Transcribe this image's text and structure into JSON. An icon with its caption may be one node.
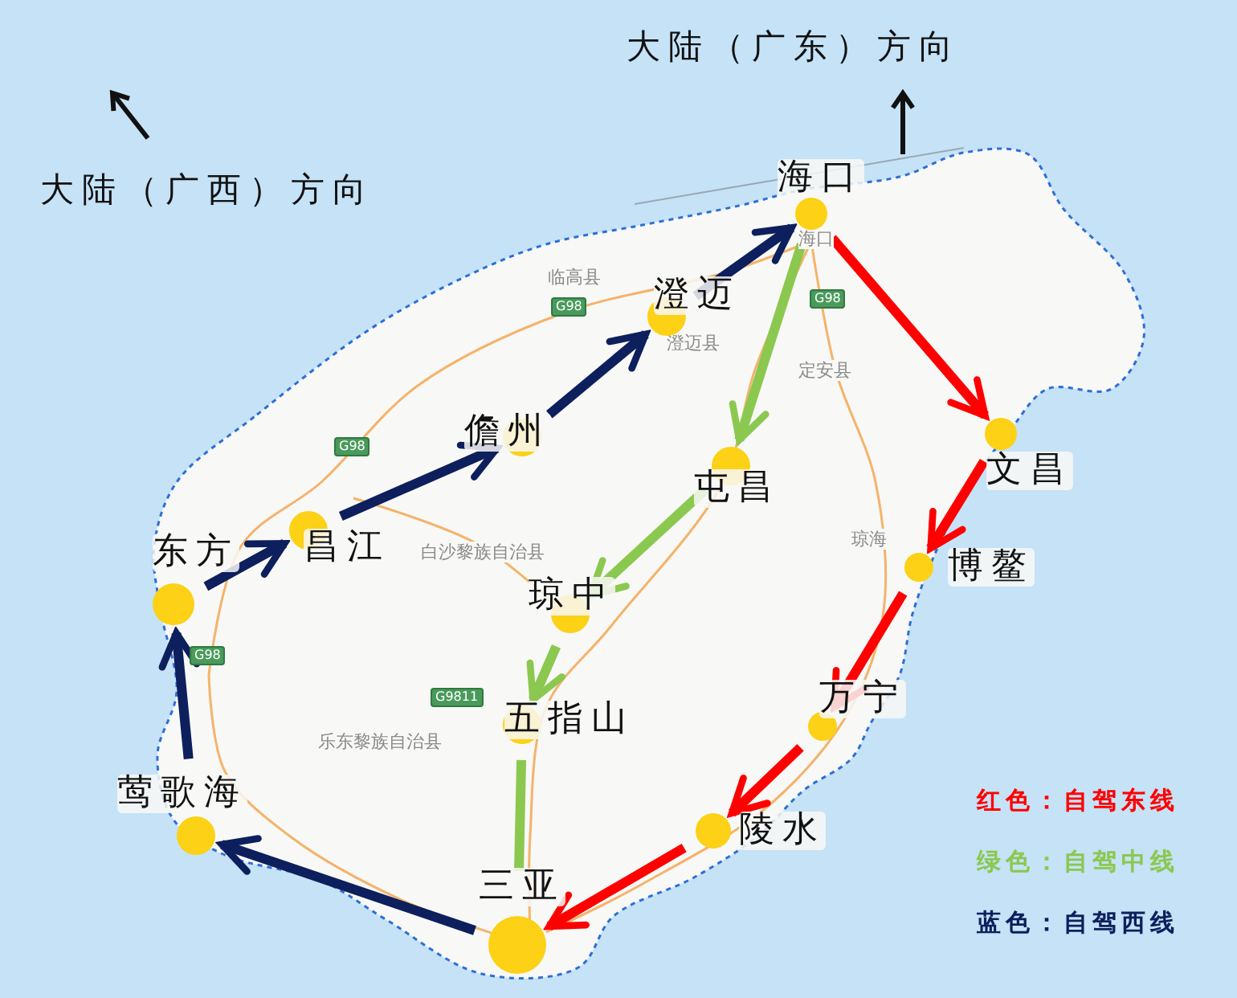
{
  "diagram": {
    "nodes": [
      {
        "text": [
          "海口"
        ]
      },
      {
        "text": [
          "文昌"
        ]
      },
      {
        "text": [
          "博鳌"
        ]
      },
      {
        "text": [
          "万宁"
        ]
      },
      {
        "text": [
          "陵水"
        ]
      },
      {
        "text": [
          "三亚"
        ]
      },
      {
        "text": [
          "屯昌"
        ]
      },
      {
        "text": [
          "琼中"
        ]
      },
      {
        "text": [
          "五指山"
        ]
      },
      {
        "text": [
          "莺歌海"
        ]
      },
      {
        "text": [
          "东方"
        ]
      },
      {
        "text": [
          "昌江"
        ]
      },
      {
        "text": [
          "儋州"
        ]
      },
      {
        "text": [
          "澄迈"
        ]
      }
    ],
    "edges": [
      {
        "from": 0,
        "to": 1,
        "arrow": "to",
        "color": "#ff0000"
      },
      {
        "from": 1,
        "to": 2,
        "arrow": "to",
        "color": "#ff0000"
      },
      {
        "from": 2,
        "to": 3,
        "arrow": "to",
        "color": "#ff0000"
      },
      {
        "from": 3,
        "to": 4,
        "arrow": "to",
        "color": "#ff0000"
      },
      {
        "from": 4,
        "to": 5,
        "arrow": "to",
        "color": "#ff0000"
      },
      {
        "from": 0,
        "to": 6,
        "arrow": "to",
        "color": "#8bc850"
      },
      {
        "from": 6,
        "to": 7,
        "arrow": "to",
        "color": "#8bc850"
      },
      {
        "from": 7,
        "to": 8,
        "arrow": "to",
        "color": "#8bc850"
      },
      {
        "from": 8,
        "to": 5,
        "arrow": "none",
        "color": "#8bc850"
      },
      {
        "from": 5,
        "to": 9,
        "arrow": "to"
      },
      {
        "from": 9,
        "to": 10,
        "arrow": "to"
      },
      {
        "from": 10,
        "to": 11,
        "arrow": "to"
      },
      {
        "from": 11,
        "to": 12,
        "arrow": "to"
      },
      {
        "from": 12,
        "to": 13,
        "arrow": "to"
      },
      {
        "from": 13,
        "to": 0,
        "arrow": "to"
      }
    ],
    "labels": [
      "大陆（广东）方向",
      "大陆（广西）方向",
      "海口",
      "临高县",
      "G98",
      "G98",
      "澄迈县",
      "定安县",
      "G98",
      "琼海",
      "白沙黎族自治县",
      "G98",
      "G9811",
      "乐东黎族自治县"
    ],
    "legend": [
      {
        "text": "红色：自驾东线",
        "color": "#ff0000"
      },
      {
        "text": "绿色：自驾中线",
        "color": "#8bc850"
      },
      {
        "text": "蓝色：自驾西线",
        "color": "#0d1f5c"
      }
    ]
  }
}
